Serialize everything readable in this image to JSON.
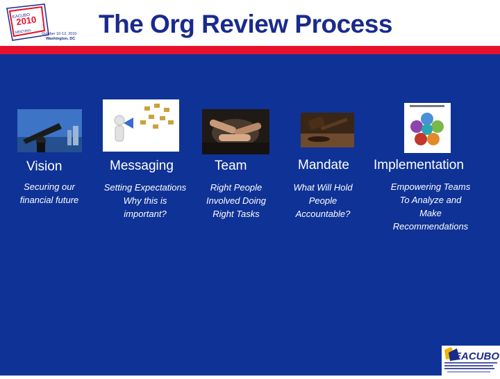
{
  "header": {
    "title": "The Org Review Process",
    "logo_year": "2010",
    "logo_dates": "October 10-12, 2010",
    "logo_location": "Washington, DC"
  },
  "colors": {
    "background": "#0f3296",
    "accent_bar": "#e8112d",
    "title": "#1a2a8c",
    "text": "#ffffff"
  },
  "steps": [
    {
      "label": "Vision",
      "desc": [
        "Securing our",
        "financial future"
      ],
      "icon": "telescope-photo"
    },
    {
      "label": "Messaging",
      "desc": [
        "Setting Expectations",
        "Why this is",
        "important?"
      ],
      "icon": "megaphone-figure-icon"
    },
    {
      "label": "Team",
      "desc": [
        "Right People",
        "Involved Doing",
        "Right Tasks"
      ],
      "icon": "team-hands-photo"
    },
    {
      "label": "Mandate",
      "desc": [
        "What Will Hold",
        "People",
        "Accountable?"
      ],
      "icon": "gavel-photo"
    },
    {
      "label": "Implementation",
      "desc": [
        "Empowering Teams",
        "To Analyze and",
        "Make",
        "Recommendations"
      ],
      "icon": "implementation-cycle-diagram"
    }
  ],
  "footer": {
    "logo_text": "EACUBO"
  }
}
